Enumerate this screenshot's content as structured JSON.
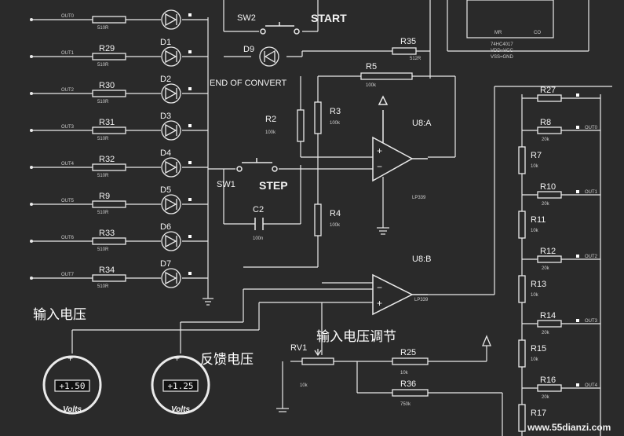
{
  "labels": {
    "sw2": "SW2",
    "start": "START",
    "d9": "D9",
    "r35": "R35",
    "r35_val": "512R",
    "r5": "R5",
    "r5_val": "100k",
    "eoc": "END OF CONVERT",
    "r2": "R2",
    "r2_val": "100k",
    "r3": "R3",
    "r3_val": "100k",
    "u8a": "U8:A",
    "u8b": "U8:B",
    "lp339a": "LP339",
    "lp339b": "LP339",
    "sw1": "SW1",
    "step": "STEP",
    "c2": "C2",
    "c2_val": "100n",
    "r4": "R4",
    "r4_val": "100k",
    "rv1": "RV1",
    "rv1_val": "10k",
    "r25": "R25",
    "r25_val": "10k",
    "r36": "R36",
    "r36_val": "750k",
    "ic_name": "74HC4017",
    "ic_vdd": "VDD=VCC",
    "ic_vss": "VSS=GND",
    "ic_mr": "MR",
    "ic_co": "CO",
    "meter1": "+1.50",
    "meter2": "+1.25",
    "meter_unit1": "Volts",
    "meter_unit2": "Volts",
    "cn_input": "输入电压",
    "cn_feedback": "反馈电压",
    "cn_adjust": "输入电压调节",
    "watermark": "www.55dianzi.com"
  },
  "left_rows": [
    {
      "out": "OUT0",
      "r": "",
      "rv": "510R",
      "d": ""
    },
    {
      "out": "OUT1",
      "r": "R29",
      "rv": "510R",
      "d": "D1"
    },
    {
      "out": "OUT2",
      "r": "R30",
      "rv": "510R",
      "d": "D2"
    },
    {
      "out": "OUT3",
      "r": "R31",
      "rv": "510R",
      "d": "D3"
    },
    {
      "out": "OUT4",
      "r": "R32",
      "rv": "510R",
      "d": "D4"
    },
    {
      "out": "OUT5",
      "r": "R9",
      "rv": "510R",
      "d": "D5"
    },
    {
      "out": "OUT6",
      "r": "R33",
      "rv": "510R",
      "d": "D6"
    },
    {
      "out": "OUT7",
      "r": "R34",
      "rv": "510R",
      "d": "D7"
    }
  ],
  "ladder": [
    {
      "r": "R27",
      "v": "",
      "out": ""
    },
    {
      "r": "R8",
      "v": "20k",
      "out": "OUT0"
    },
    {
      "r": "R7",
      "v": "10k",
      "out": ""
    },
    {
      "r": "R10",
      "v": "20k",
      "out": "OUT1"
    },
    {
      "r": "R11",
      "v": "10k",
      "out": ""
    },
    {
      "r": "R12",
      "v": "20k",
      "out": "OUT2"
    },
    {
      "r": "R13",
      "v": "10k",
      "out": ""
    },
    {
      "r": "R14",
      "v": "20k",
      "out": "OUT3"
    },
    {
      "r": "R15",
      "v": "10k",
      "out": ""
    },
    {
      "r": "R16",
      "v": "20k",
      "out": "OUT4"
    },
    {
      "r": "R17",
      "v": "",
      "out": ""
    }
  ]
}
